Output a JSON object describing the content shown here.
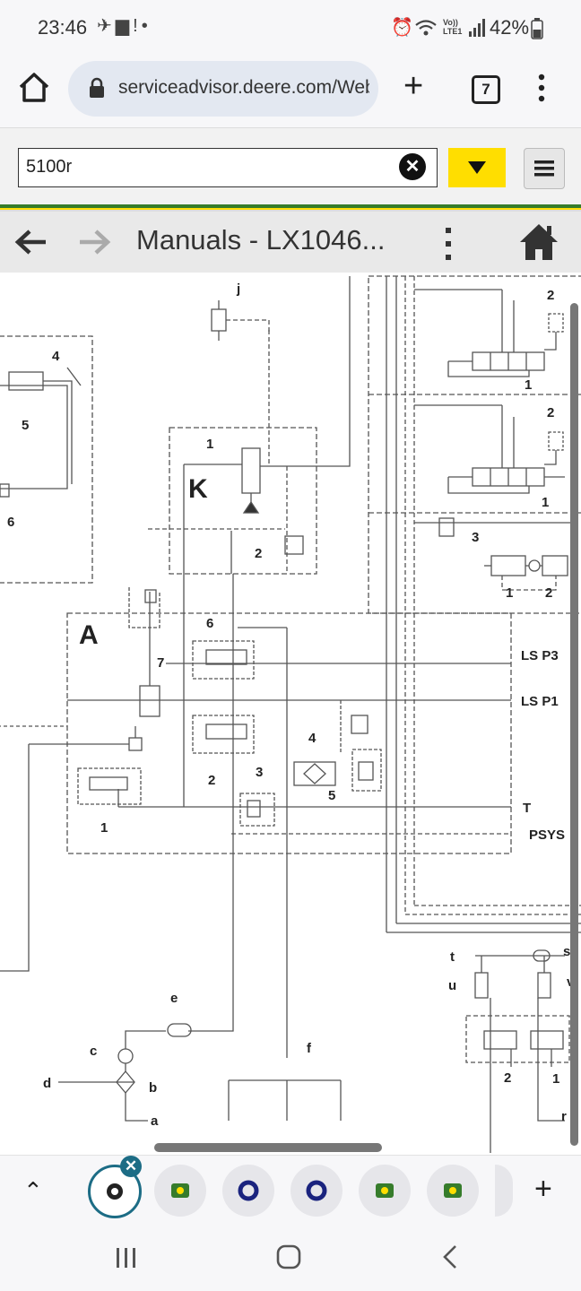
{
  "status_bar": {
    "time": "23:46",
    "left_icons": [
      "link-icon",
      "message-icon",
      "notification-icon",
      "dot-icon"
    ],
    "right_icons": [
      "alarm-icon",
      "wifi-icon",
      "volte-icon",
      "signal-icon"
    ],
    "volte_label": "Vo)) LTE1",
    "battery": "42%"
  },
  "browser": {
    "url": "serviceadvisor.deere.com/Web",
    "tab_count": "7"
  },
  "page_header": {
    "search_value": "5100r",
    "brand_colors": {
      "yellow": "#ffde00",
      "green": "#367c2b"
    }
  },
  "nav": {
    "title": "Manuals - LX1046..."
  },
  "diagram": {
    "labels": {
      "A": "A",
      "K": "K",
      "ls_p3": "LS P3",
      "ls_p1": "LS P1",
      "t": "T",
      "psys": "PSYS",
      "a": "a",
      "b": "b",
      "c": "c",
      "d": "d",
      "e": "e",
      "f": "f",
      "j": "j",
      "r": "r",
      "s": "s",
      "t_small": "t",
      "u": "u",
      "v": "v",
      "n1": "1",
      "n2": "2",
      "n3": "3",
      "n4": "4",
      "n5": "5",
      "n6": "6",
      "n7": "7"
    }
  },
  "tab_strip": {
    "tabs": [
      "active-site-tab",
      "deere-tab",
      "circle-tab",
      "circle-tab",
      "deere-tab",
      "deere-tab"
    ]
  }
}
